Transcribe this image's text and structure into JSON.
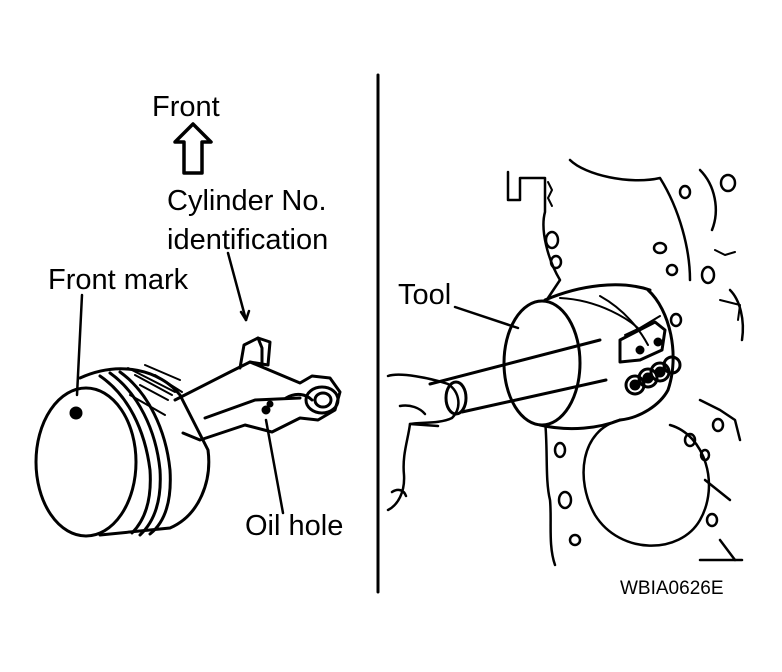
{
  "left": {
    "front_label": "Front",
    "cylinder_label_line1": "Cylinder No.",
    "cylinder_label_line2": "identification",
    "front_mark_label": "Front mark",
    "oil_hole_label": "Oil hole"
  },
  "right": {
    "tool_label": "Tool"
  },
  "figure_code": "WBIA0626E",
  "colors": {
    "ink": "#000000",
    "paper": "#ffffff"
  },
  "icons": {
    "front_arrow": "up-arrow-outline-icon"
  }
}
